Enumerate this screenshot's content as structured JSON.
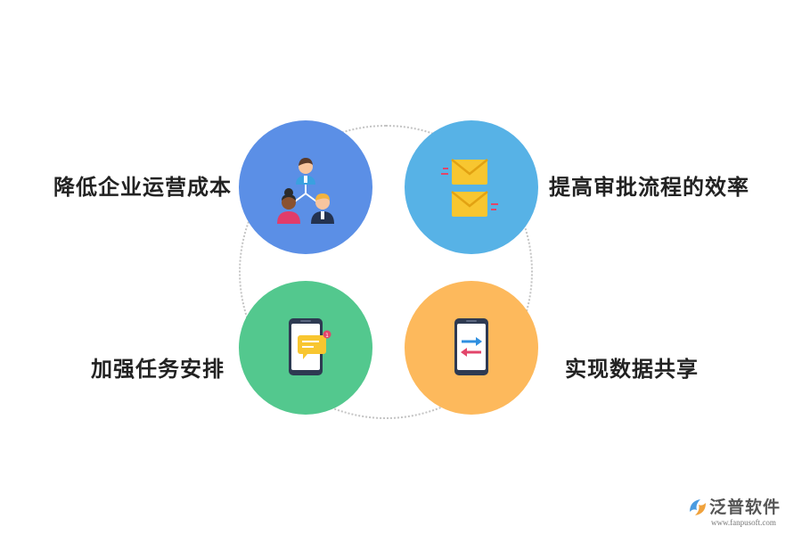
{
  "items": [
    {
      "label": "降低企业运营成本",
      "icon": "team-hierarchy-icon",
      "color": "#5b8fe6"
    },
    {
      "label": "提高审批流程的效率",
      "icon": "envelope-icon",
      "color": "#57b2e6"
    },
    {
      "label": "加强任务安排",
      "icon": "phone-message-icon",
      "color": "#53c88e"
    },
    {
      "label": "实现数据共享",
      "icon": "phone-transfer-icon",
      "color": "#fdb95c"
    }
  ],
  "logo": {
    "name": "泛普软件",
    "url": "www.fanpusoft.com"
  }
}
